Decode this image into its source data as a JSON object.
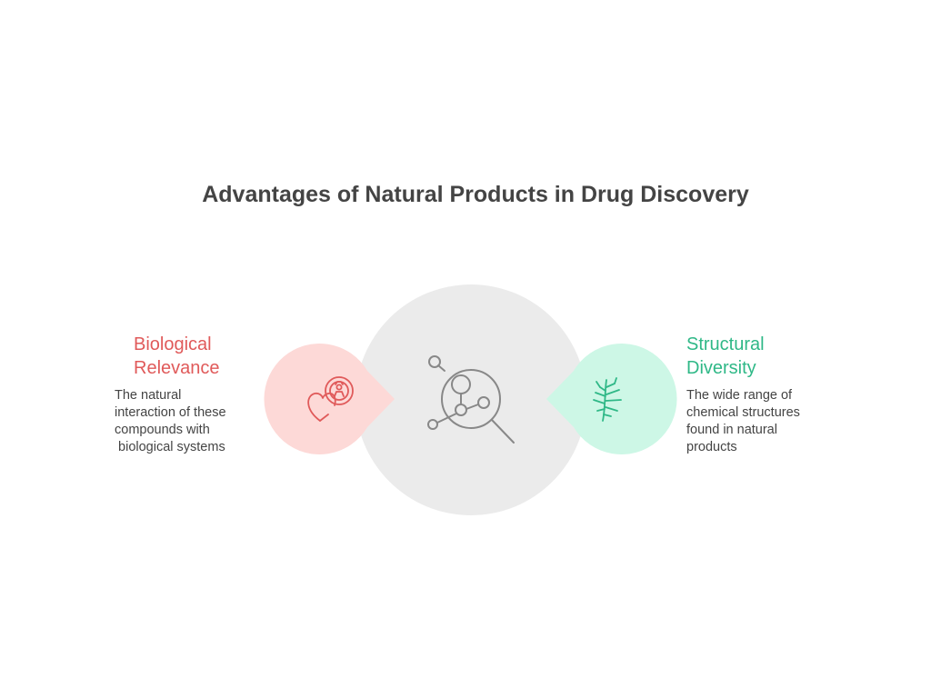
{
  "title": "Advantages of Natural Products in Drug Discovery",
  "colors": {
    "left_accent": "#e05a5a",
    "left_fill": "#fdd9d7",
    "right_accent": "#2fb887",
    "right_fill": "#cdf7e6",
    "center_fill": "#ebebeb",
    "center_icon": "#888888",
    "text": "#444444"
  },
  "left": {
    "title": "Biological\nRelevance",
    "description": "The natural\ninteraction of these\ncompounds with\n biological systems",
    "icon": "heart-cell-icon"
  },
  "right": {
    "title": "Structural\nDiversity",
    "description": "The wide range of\nchemical structures\nfound in natural\nproducts",
    "icon": "branch-plant-icon"
  },
  "center": {
    "icon": "molecule-magnifier-icon"
  }
}
